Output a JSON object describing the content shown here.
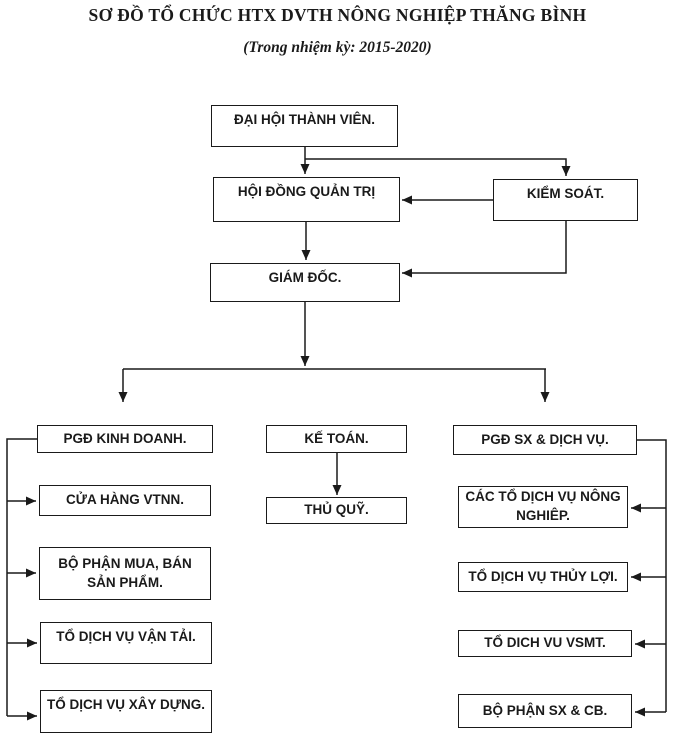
{
  "page": {
    "title": "SƠ ĐỒ TỔ CHỨC HTX DVTH NÔNG NGHIỆP THĂNG BÌNH",
    "subtitle": "(Trong nhiệm kỳ: 2015-2020)"
  },
  "colors": {
    "ink": "#1a1a1a",
    "background": "#ffffff"
  },
  "nodes": {
    "dai_hoi": {
      "label": "ĐẠI HỘI THÀNH VIÊN."
    },
    "hoi_dong": {
      "label": "HỘI ĐỒNG QUẢN TRỊ"
    },
    "kiem_soat": {
      "label": "KIỂM SOÁT."
    },
    "giam_doc": {
      "label": "GIÁM ĐỐC."
    },
    "pgd_kinh_doanh": {
      "label": "PGĐ KINH DOANH."
    },
    "ke_toan": {
      "label": "KẾ TOÁN."
    },
    "pgd_sx_dich_vu": {
      "label": "PGĐ SX & DỊCH VỤ."
    },
    "cua_hang_vtnn": {
      "label": "CỬA HÀNG VTNN."
    },
    "bo_phan_mua_ban": {
      "label": "BỘ PHẬN MUA, BÁN SẢN PHẨM."
    },
    "to_dich_vu_van_tai": {
      "label": "TỔ DỊCH VỤ VẬN TẢI."
    },
    "to_dich_vu_xay_dung": {
      "label": "TỔ DỊCH VỤ XÂY DỰNG."
    },
    "thu_quy": {
      "label": "THỦ QUỸ."
    },
    "cac_to_dv_nong_nghiep": {
      "label": "CÁC TỔ DỊCH VỤ NÔNG NGHIÊP."
    },
    "to_dv_thuy_loi": {
      "label": "TỔ DỊCH VỤ THỦY LỢI."
    },
    "to_dich_vu_vsmt": {
      "label": "TỔ DICH VU VSMT."
    },
    "bo_phan_sx_cb": {
      "label": "BỘ PHẬN SX & CB."
    }
  },
  "edges": [
    {
      "from": "dai_hoi",
      "to": "hoi_dong"
    },
    {
      "from": "dai_hoi",
      "to": "kiem_soat"
    },
    {
      "from": "kiem_soat",
      "to": "hoi_dong"
    },
    {
      "from": "hoi_dong",
      "to": "giam_doc"
    },
    {
      "from": "kiem_soat",
      "to": "giam_doc"
    },
    {
      "from": "giam_doc",
      "to": "pgd_kinh_doanh"
    },
    {
      "from": "giam_doc",
      "to": "ke_toan"
    },
    {
      "from": "giam_doc",
      "to": "pgd_sx_dich_vu"
    },
    {
      "from": "ke_toan",
      "to": "thu_quy"
    },
    {
      "from": "pgd_kinh_doanh",
      "to": "cua_hang_vtnn"
    },
    {
      "from": "pgd_kinh_doanh",
      "to": "bo_phan_mua_ban"
    },
    {
      "from": "pgd_kinh_doanh",
      "to": "to_dich_vu_van_tai"
    },
    {
      "from": "pgd_kinh_doanh",
      "to": "to_dich_vu_xay_dung"
    },
    {
      "from": "pgd_sx_dich_vu",
      "to": "cac_to_dv_nong_nghiep"
    },
    {
      "from": "pgd_sx_dich_vu",
      "to": "to_dv_thuy_loi"
    },
    {
      "from": "pgd_sx_dich_vu",
      "to": "to_dich_vu_vsmt"
    },
    {
      "from": "pgd_sx_dich_vu",
      "to": "bo_phan_sx_cb"
    }
  ]
}
